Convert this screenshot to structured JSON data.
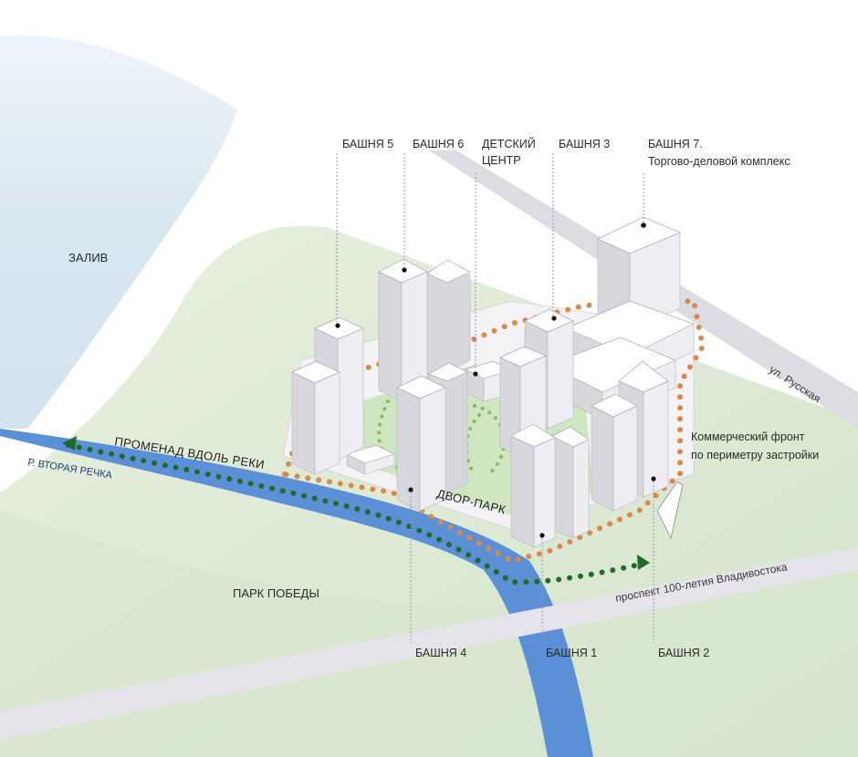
{
  "labels": {
    "bay": "ЗАЛИВ",
    "park": "ПАРК ПОБЕДЫ",
    "river": "Р. ВТОРАЯ РЕЧКА",
    "promenade": "ПРОМЕНАД ВДОЛЬ РЕКИ",
    "courtyard": "ДВОР-ПАРК",
    "street": "ул. Русская",
    "avenue": "проспект 100-летия Владивостока",
    "commercial_line1": "Коммерческий фронт",
    "commercial_line2": "по периметру застройки"
  },
  "towers_top": {
    "t5": "БАШНЯ 5",
    "t6": "БАШНЯ 6",
    "kids_line1": "ДЕТСКИЙ",
    "kids_line2": "ЦЕНТР",
    "t3": "БАШНЯ 3",
    "t7_line1": "БАШНЯ 7.",
    "t7_line2": "Торгово-деловой комплекс"
  },
  "towers_bottom": {
    "t4": "БАШНЯ 4",
    "t1": "БАШНЯ 1",
    "t2": "БАШНЯ 2"
  },
  "colors": {
    "water": "#cfe0ee",
    "green": "#dce9d3",
    "river": "#5b8fd6",
    "promenade": "#1f6b2a",
    "commercial": "#d98a4a",
    "road": "#e2e0e6"
  }
}
